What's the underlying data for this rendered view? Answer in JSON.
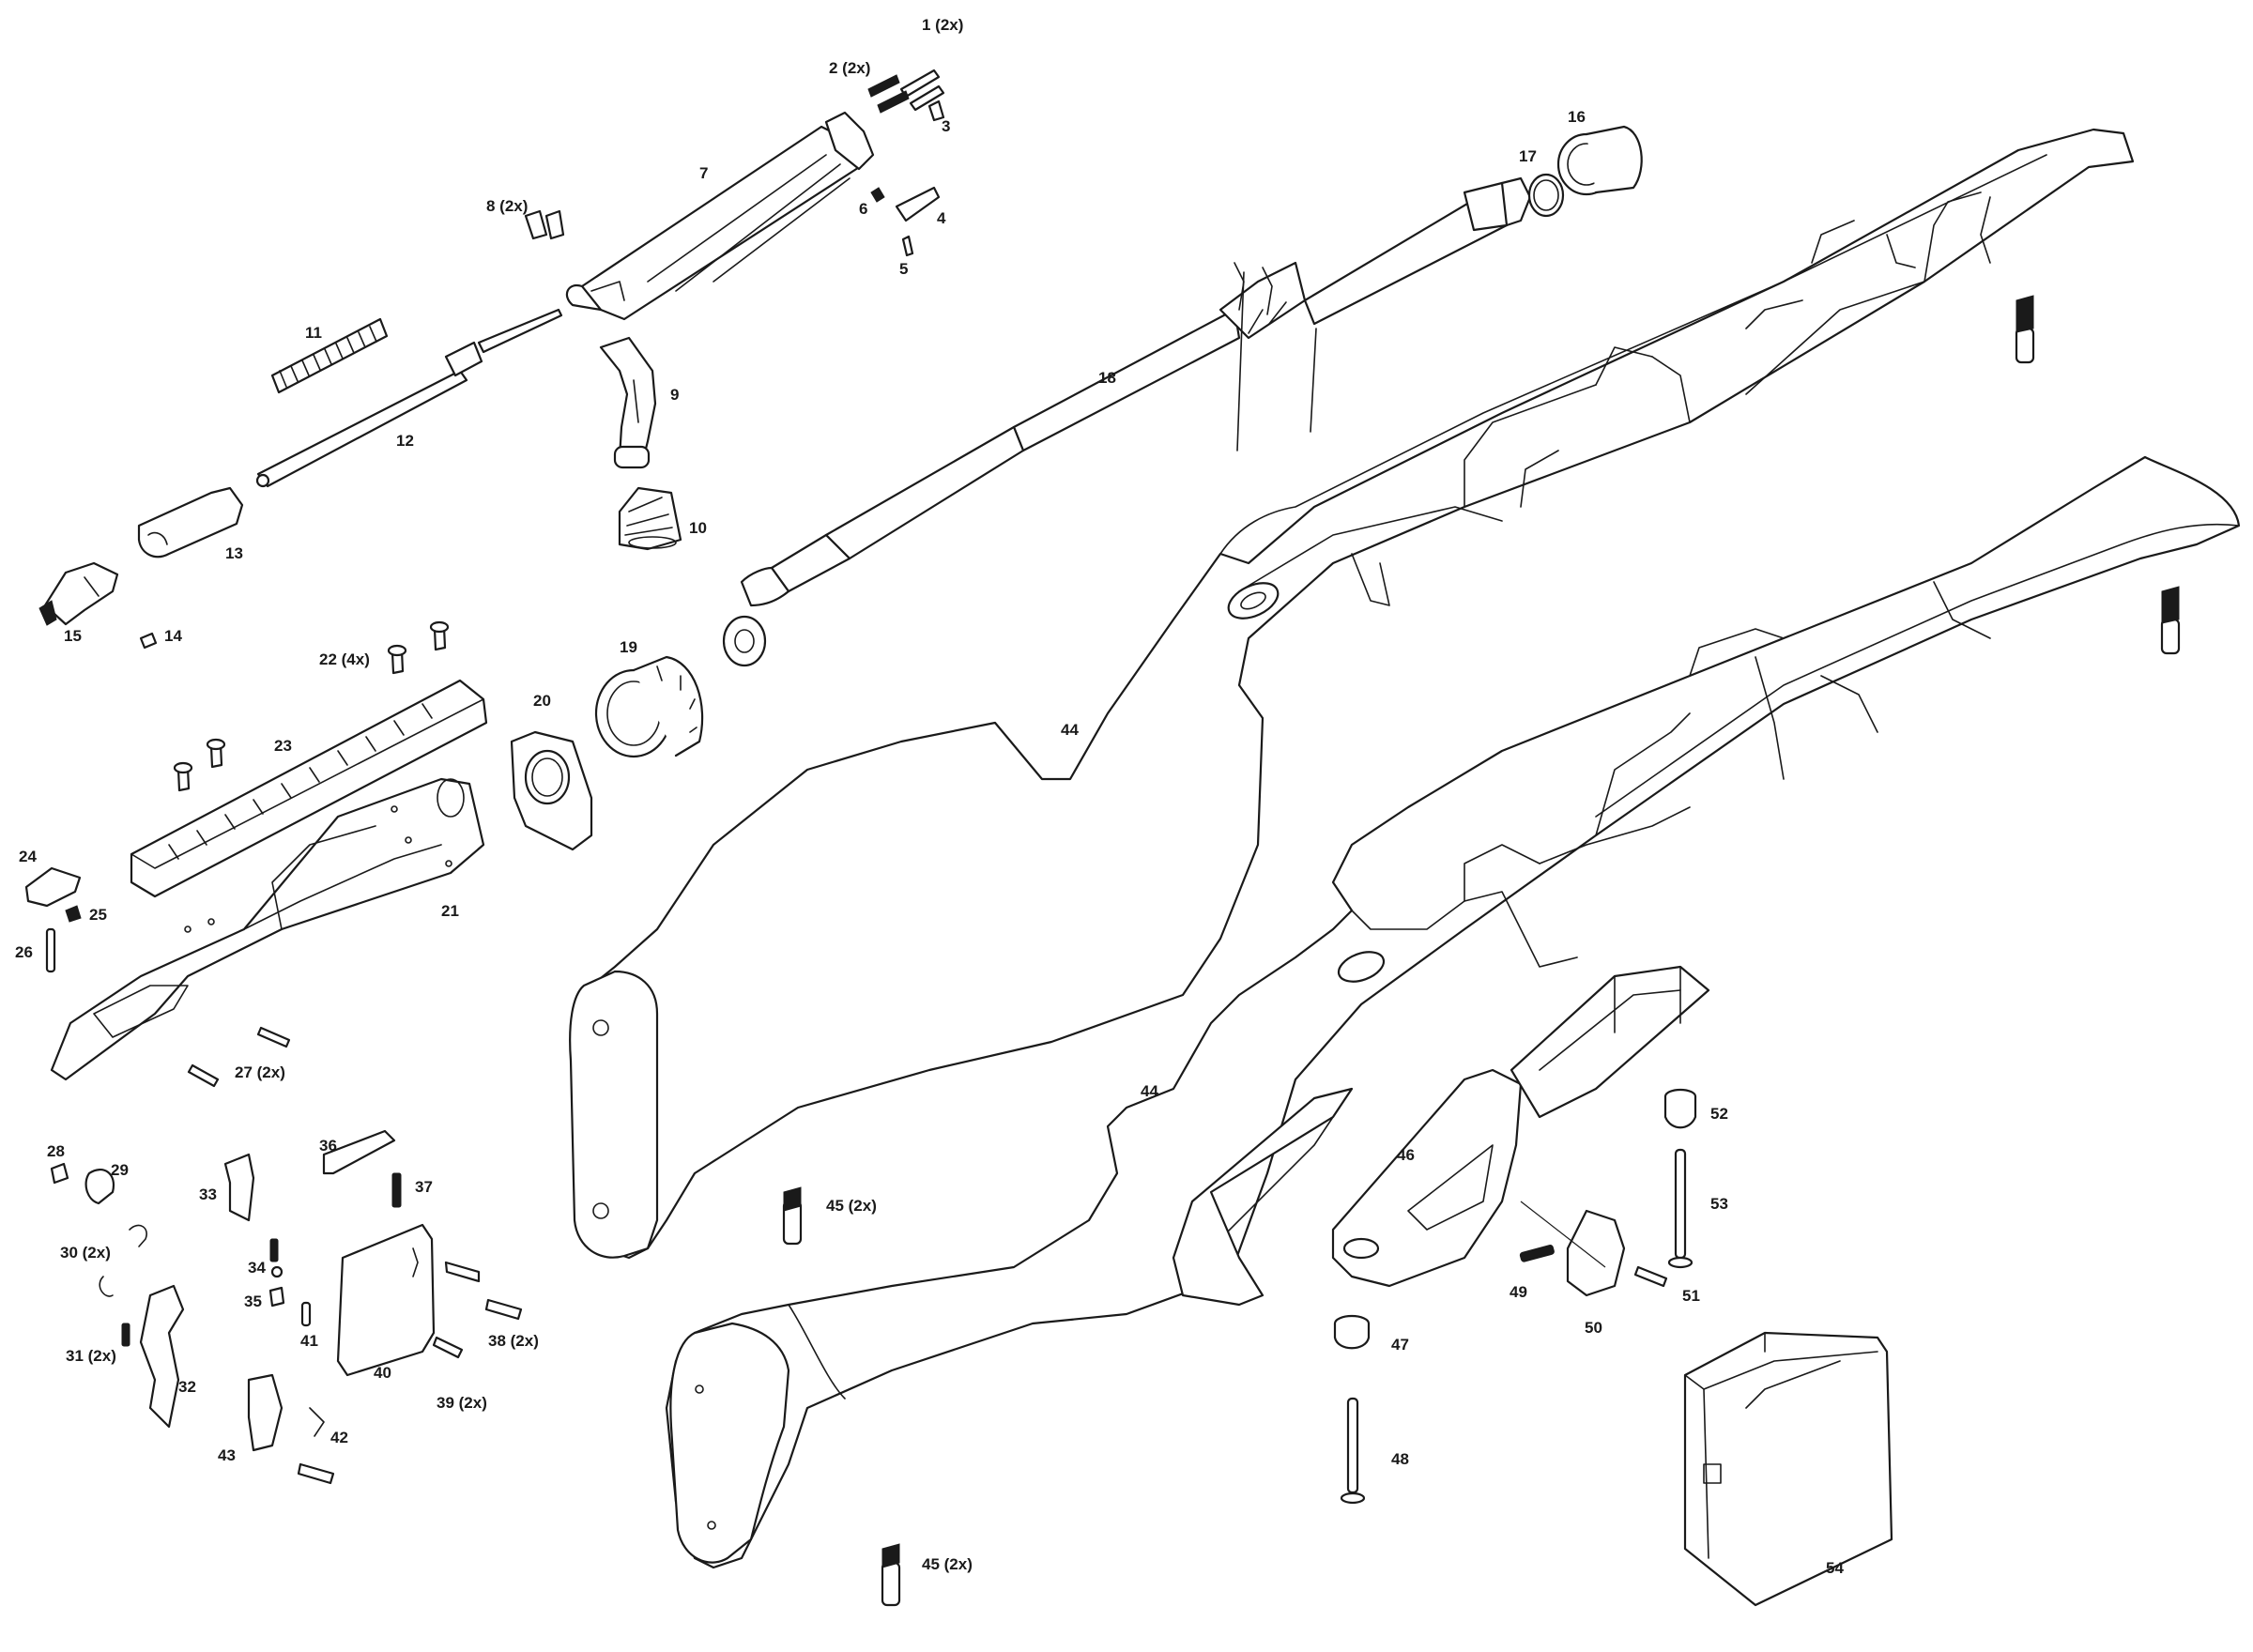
{
  "colors": {
    "line": "#1a1a1a",
    "background": "#ffffff",
    "fill_light": "#d9d9d9"
  },
  "labels": {
    "l1": "1 (2x)",
    "l2": "2 (2x)",
    "l3": "3",
    "l4": "4",
    "l5": "5",
    "l6": "6",
    "l7": "7",
    "l8": "8 (2x)",
    "l9": "9",
    "l10": "10",
    "l11": "11",
    "l12": "12",
    "l13": "13",
    "l14": "14",
    "l15": "15",
    "l16": "16",
    "l17": "17",
    "l18": "18",
    "l19": "19",
    "l20": "20",
    "l21": "21",
    "l22": "22 (4x)",
    "l23": "23",
    "l24": "24",
    "l25": "25",
    "l26": "26",
    "l27": "27 (2x)",
    "l28": "28",
    "l29": "29",
    "l30": "30 (2x)",
    "l31": "31 (2x)",
    "l32": "32",
    "l33": "33",
    "l34": "34",
    "l35": "35",
    "l36": "36",
    "l37": "37",
    "l38": "38 (2x)",
    "l39": "39 (2x)",
    "l40": "40",
    "l41": "41",
    "l42": "42",
    "l43": "43",
    "l44a": "44",
    "l44b": "44",
    "l45a": "45 (2x)",
    "l45b": "45 (2x)",
    "l46": "46",
    "l47": "47",
    "l48": "48",
    "l49": "49",
    "l50": "50",
    "l51": "51",
    "l52": "52",
    "l53": "53",
    "l54": "54"
  }
}
